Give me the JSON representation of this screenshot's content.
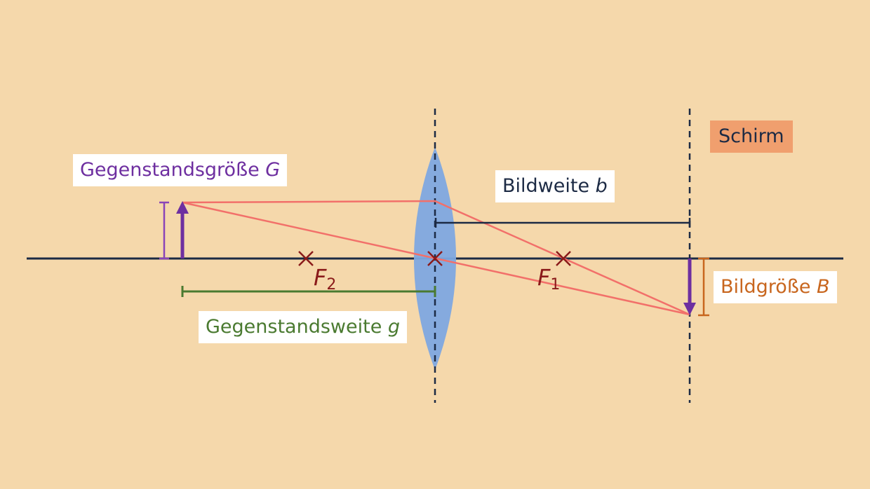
{
  "labels": {
    "object_size": {
      "text": "Gegenstandsgröße",
      "symbol": "G"
    },
    "image_distance": {
      "text": "Bildweite",
      "symbol": "b"
    },
    "object_distance": {
      "text": "Gegenstandsweite",
      "symbol": "g"
    },
    "image_size": {
      "text": "Bildgröße",
      "symbol": "B"
    },
    "screen": "Schirm",
    "focal_2": {
      "letter": "F",
      "index": "2"
    },
    "focal_1": {
      "letter": "F",
      "index": "1"
    }
  },
  "colors": {
    "background": "#f5d8ab",
    "axis": "#1c2a44",
    "ray": "#f2706a",
    "lens": "#7ea8e0",
    "object": "#6e2fa0",
    "object_distance": "#4a7a30",
    "image_size": "#c8661e",
    "focal": "#8a1a1a",
    "screen_box": "#f09f6e"
  }
}
